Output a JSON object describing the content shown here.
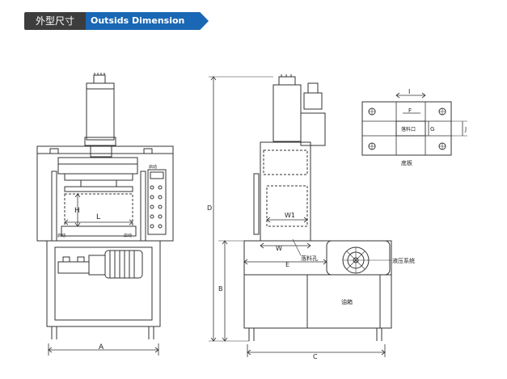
{
  "header": {
    "title_cn": "外型尺寸",
    "title_en": "Outsids Dimension"
  },
  "front_view": {
    "dim_A": "A",
    "dim_L": "L",
    "dim_H": "H",
    "label_start_left": "启动",
    "label_start_right": "启动",
    "label_top_right": "启动"
  },
  "side_view": {
    "dim_D": "D",
    "dim_B": "B",
    "dim_C": "C",
    "dim_E": "E",
    "dim_W": "W",
    "dim_W1": "W1",
    "label_drop_hole": "落料孔",
    "label_hydraulic": "液压系统",
    "label_oil_tank": "油箱"
  },
  "base_plate": {
    "dim_I": "I",
    "dim_F": "F",
    "dim_G": "G",
    "dim_J": "J",
    "label_drop_port": "落料口",
    "caption": "底板"
  }
}
